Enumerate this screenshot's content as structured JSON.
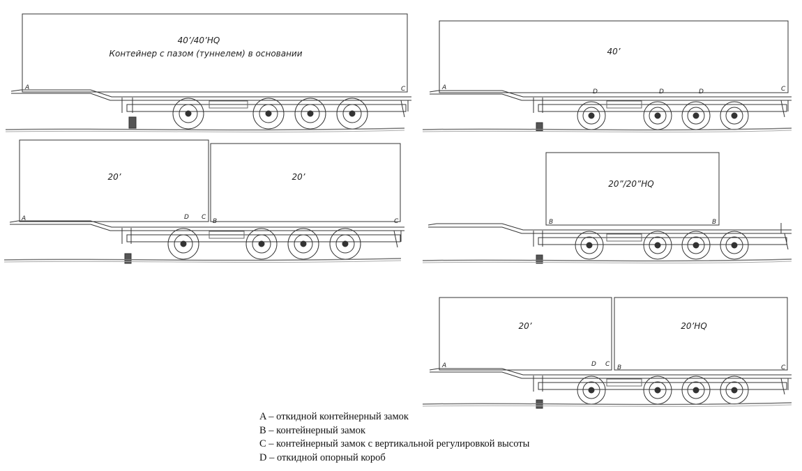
{
  "diagrams": [
    {
      "id": "40ft",
      "containers": [
        {
          "lines": [
            "40’/40’HQ",
            "Контейнер с пазом (туннелем) в основании"
          ]
        }
      ],
      "markers": [
        "A",
        "C"
      ]
    },
    {
      "id": "40ft-right",
      "containers": [
        {
          "lines": [
            "40’"
          ]
        }
      ],
      "markers": [
        "A",
        "D",
        "D",
        "D",
        "C"
      ]
    },
    {
      "id": "2x20ft",
      "containers": [
        {
          "lines": [
            "20’"
          ]
        },
        {
          "lines": [
            "20’"
          ]
        }
      ],
      "markers": [
        "A",
        "D",
        "C",
        "B",
        "C"
      ]
    },
    {
      "id": "20ft-center",
      "containers": [
        {
          "lines": [
            "20”/20”HQ"
          ]
        }
      ],
      "markers": [
        "B",
        "B"
      ]
    },
    {
      "id": "20ft-20hq",
      "containers": [
        {
          "lines": [
            "20’"
          ]
        },
        {
          "lines": [
            "20’HQ"
          ]
        }
      ],
      "markers": [
        "A",
        "D",
        "C",
        "B",
        "C"
      ]
    }
  ],
  "legend": [
    "A – откидной контейнерный замок",
    "B – контейнерный замок",
    "C – контейнерный замок с вертикальной регулировкой высоты",
    "D – откидной опорный короб"
  ]
}
